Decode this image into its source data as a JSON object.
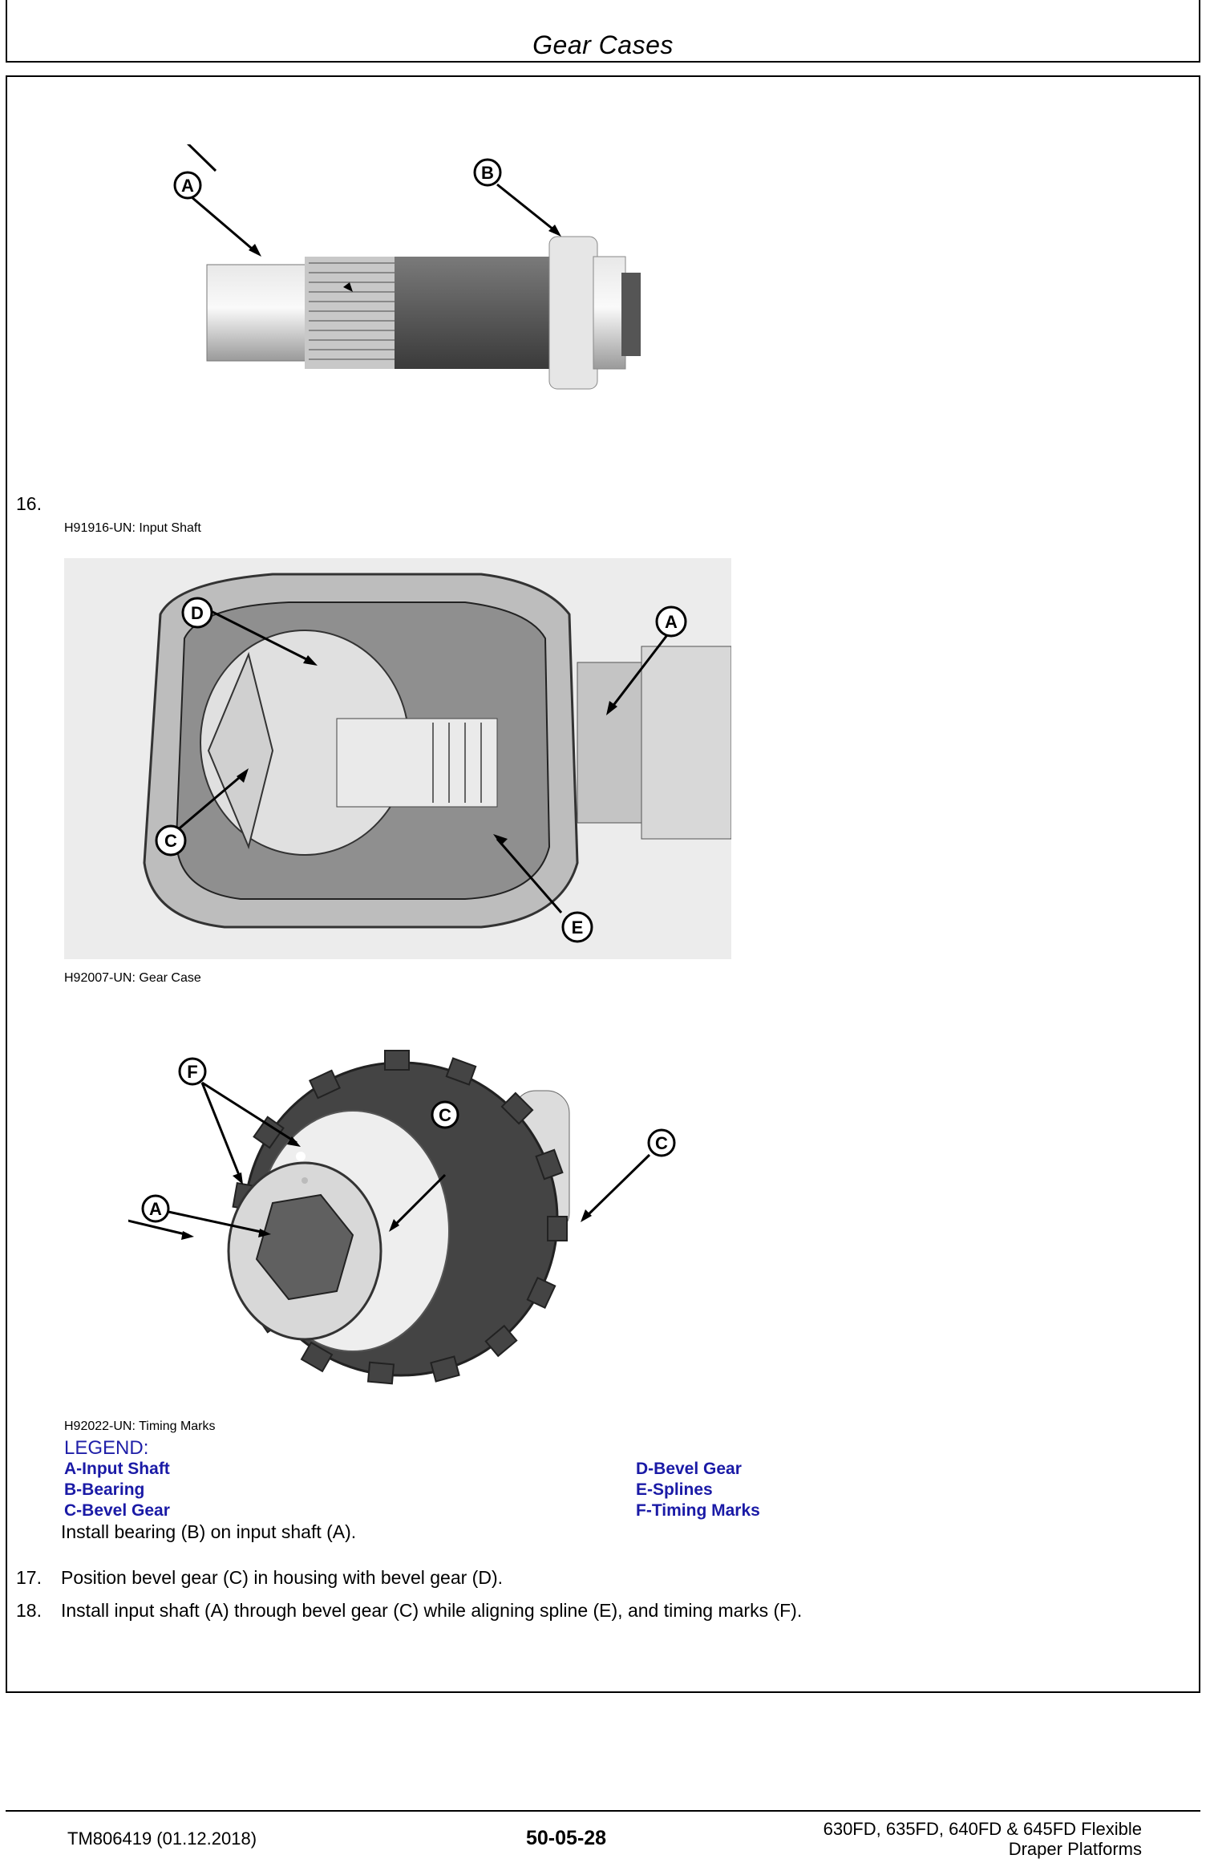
{
  "header": {
    "title": "Gear Cases"
  },
  "figures": [
    {
      "callouts": [
        "A",
        "B"
      ],
      "caption": "H91916-UN: Input Shaft"
    },
    {
      "callouts": [
        "D",
        "A",
        "C",
        "E"
      ],
      "caption": "H92007-UN: Gear Case"
    },
    {
      "callouts": [
        "F",
        "C",
        "A"
      ],
      "caption": "H92022-UN: Timing Marks"
    }
  ],
  "legend": {
    "title": "LEGEND:",
    "items": [
      "A-Input Shaft",
      "B-Bearing",
      "C-Bevel Gear",
      "D-Bevel Gear",
      "E-Splines",
      "F-Timing Marks"
    ]
  },
  "steps": [
    {
      "number": "16.",
      "text": "Install bearing (B) on input shaft (A)."
    },
    {
      "number": "17.",
      "text": "Position bevel gear (C) in housing with bevel gear (D)."
    },
    {
      "number": "18.",
      "text": "Install input shaft (A) through bevel gear (C) while aligning spline (E), and timing marks (F)."
    }
  ],
  "footer": {
    "doc_id": "TM806419 (01.12.2018)",
    "page_number": "50-05-28",
    "product": "630FD, 635FD, 640FD & 645FD Flexible Draper Platforms"
  }
}
